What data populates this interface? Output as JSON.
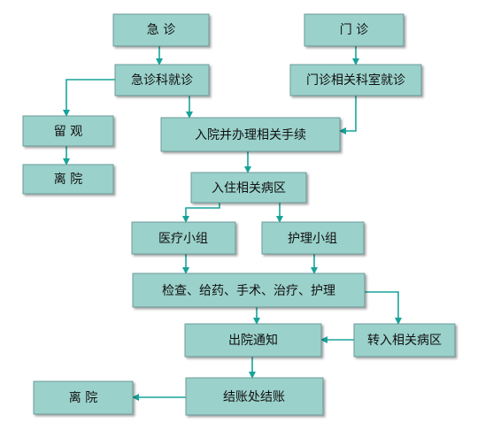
{
  "nodes": {
    "emergency": "急 诊",
    "outpatient": "门 诊",
    "emergency_dept_visit": "急诊科就诊",
    "outpatient_dept_visit": "门诊相关科室就诊",
    "observation": "留 观",
    "leave_1": "离 院",
    "admission_procedures": "入院并办理相关手续",
    "ward_admission": "入住相关病区",
    "medical_team": "医疗小组",
    "nursing_team": "护理小组",
    "treatment": "检查、给药、手术、治疗、护理",
    "discharge_notice": "出院通知",
    "transfer_ward": "转入相关病区",
    "settlement": "结账处结账",
    "leave_2": "离 院"
  },
  "colors": {
    "box_fill": "#9ad1cb",
    "box_stroke": "#6c9c98",
    "arrow": "#18a39a"
  }
}
